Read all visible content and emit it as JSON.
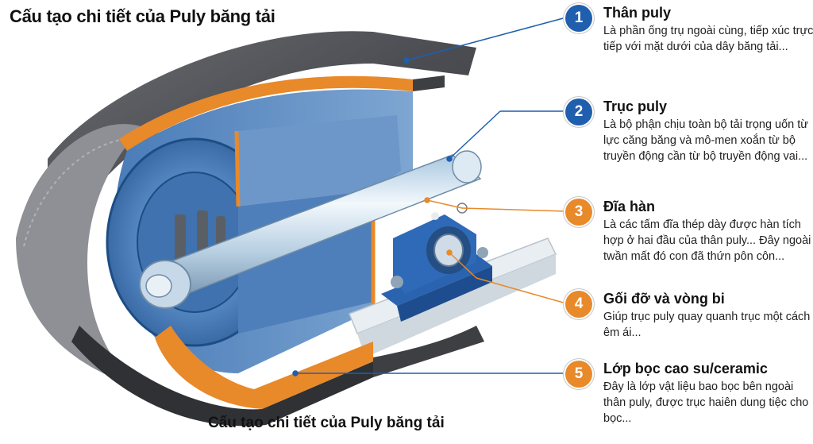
{
  "title": "Cấu tạo chi tiết của Puly băng tải",
  "caption": "Cấu tạo chi tiết của Puly băng tải",
  "colors": {
    "badge_blue": "#1f5fae",
    "badge_orange": "#e8892a",
    "drum_blue": "#4f81bd",
    "belt_grey": "#4b4d52"
  },
  "items": [
    {
      "number": "1",
      "title": "Thân puly",
      "description": "Là phần ống trụ ngoài cùng, tiếp xúc trực tiếp với mặt dưới của dây băng tải...",
      "badge_color": "blue"
    },
    {
      "number": "2",
      "title": "Trục puly",
      "description": "Là bộ phận chịu toàn bộ tải trọng uốn từ lực căng băng và mô-men xoắn từ bộ truyền động cần từ bộ truyền động vai...",
      "badge_color": "blue"
    },
    {
      "number": "3",
      "title": "Đĩa hàn",
      "description": "Là các tấm đĩa thép dày được hàn tích hợp ở hai đầu của thân puly... Đây ngoài twần mất đó con đã thứn pôn côn...",
      "badge_color": "orange"
    },
    {
      "number": "4",
      "title": "Gối đỡ và vòng bi",
      "description": "Giúp trục puly quay quanh trục một cách êm ái...",
      "badge_color": "orange"
    },
    {
      "number": "5",
      "title": "Lớp bọc cao su/ceramic",
      "description": "Đây là lớp vật liệu bao bọc bên ngoài thân puly, được trục haiên dung tiệc cho bọc...",
      "badge_color": "orange"
    }
  ]
}
